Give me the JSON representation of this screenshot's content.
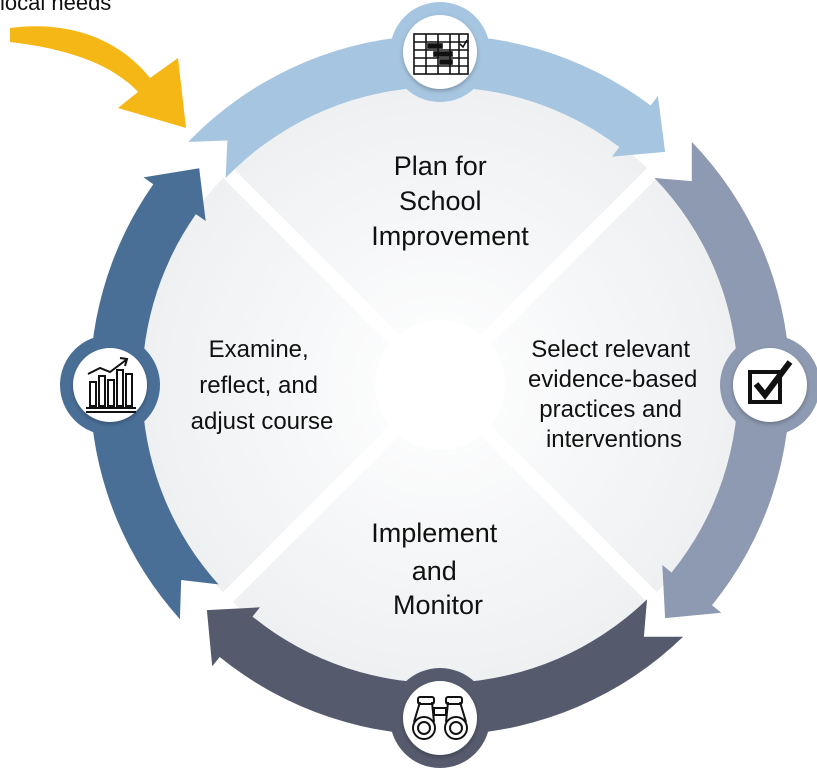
{
  "corner_label": "local needs",
  "colors": {
    "arc_top": "#a6c5e0",
    "arc_right": "#8e9ab1",
    "arc_bottom": "#555a6d",
    "arc_left": "#4a6f97",
    "highlight_arrow": "#f5b716",
    "sector_fill": "#f4f5f6",
    "divider": "#ffffff"
  },
  "segments": {
    "top": {
      "lines": [
        "Plan for",
        "School",
        "Improvement"
      ],
      "icon": "gantt-chart-icon"
    },
    "right": {
      "lines": [
        "Select relevant",
        "evidence-based",
        "practices and",
        "interventions"
      ],
      "icon": "checkbox-icon"
    },
    "bottom": {
      "lines": [
        "Implement",
        "and",
        "Monitor"
      ],
      "icon": "binoculars-icon"
    },
    "left": {
      "lines": [
        "Examine,",
        "reflect, and",
        "adjust course"
      ],
      "icon": "bar-chart-icon"
    }
  }
}
